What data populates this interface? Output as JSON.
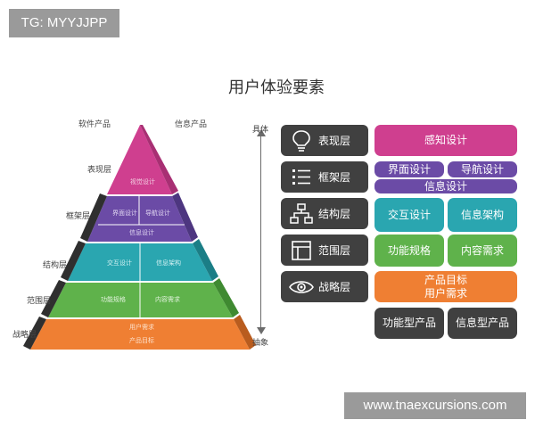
{
  "badge": "TG: MYYJJPP",
  "watermark": "www.tnaexcursions.com",
  "title": "用户体验要素",
  "pyramid": {
    "left_label": "软件产品",
    "right_label": "信息产品",
    "layers": [
      {
        "label": "表现层",
        "cells": [
          "视觉设计"
        ]
      },
      {
        "label": "框架层",
        "cells": [
          "界面设计",
          "导航设计",
          "信息设计"
        ]
      },
      {
        "label": "结构层",
        "cells": [
          "交互设计",
          "信息架构"
        ]
      },
      {
        "label": "范围层",
        "cells": [
          "功能规格",
          "内容需求"
        ]
      },
      {
        "label": "战略层",
        "cells": [
          "用户需求",
          "产品目标"
        ]
      }
    ]
  },
  "axis": {
    "top": "具体",
    "bottom": "抽象"
  },
  "right_panel": {
    "layers": [
      {
        "label": "表现层",
        "icon": "lightbulb-icon"
      },
      {
        "label": "框架层",
        "icon": "list-icon"
      },
      {
        "label": "结构层",
        "icon": "hierarchy-icon"
      },
      {
        "label": "范围层",
        "icon": "layout-icon"
      },
      {
        "label": "战略层",
        "icon": "eye-icon"
      }
    ],
    "tiles": {
      "sensory": "感知设计",
      "interface": "界面设计",
      "navigation": "导航设计",
      "information": "信息设计",
      "interaction": "交互设计",
      "architecture": "信息架构",
      "functional": "功能规格",
      "content": "内容需求",
      "goal_line1": "产品目标",
      "goal_line2": "用户需求",
      "functional_product": "功能型产品",
      "information_product": "信息型产品"
    },
    "colors": {
      "pink": "#cf3f8f",
      "purple": "#6b4ba6",
      "teal": "#2aa6b0",
      "green": "#5fb24b",
      "orange": "#ef7f33",
      "dark": "#404040"
    }
  }
}
